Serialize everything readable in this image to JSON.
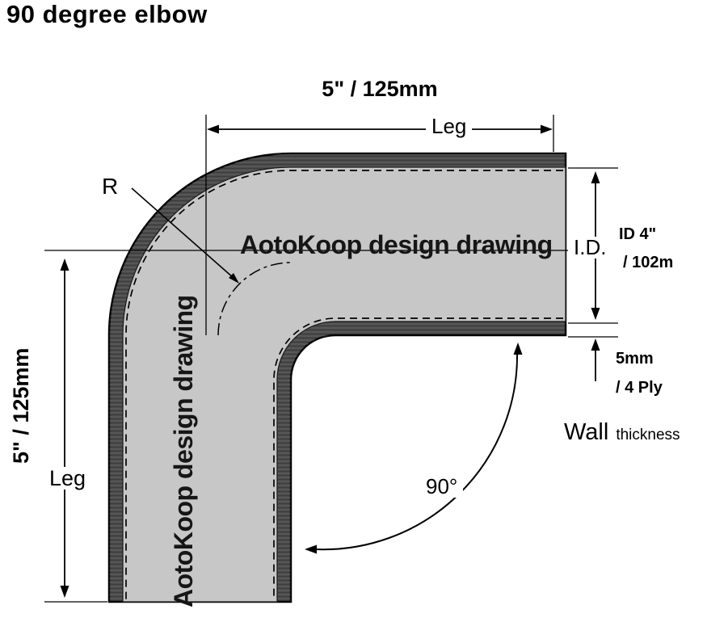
{
  "title": "90 degree elbow",
  "watermarks": {
    "horizontal": "AotoKoop design drawing",
    "vertical": "AotoKoop design drawing"
  },
  "dims": {
    "top_value": "5\" / 125mm",
    "top_label": "Leg",
    "left_value": "5\" / 125mm",
    "left_label": "Leg",
    "radius_label": "R",
    "id_label": "I.D.",
    "id_value_line1": "ID 4\"",
    "id_value_line2": "/ 102m",
    "wall_value_line1": "5mm",
    "wall_value_line2": "/ 4 Ply",
    "wall_label_main": "Wall",
    "wall_label_sub": "thickness",
    "angle_label": "90°"
  },
  "colors": {
    "body": "#c7c7c7",
    "wall_dark": "#4a4a4a",
    "line": "#000000"
  }
}
